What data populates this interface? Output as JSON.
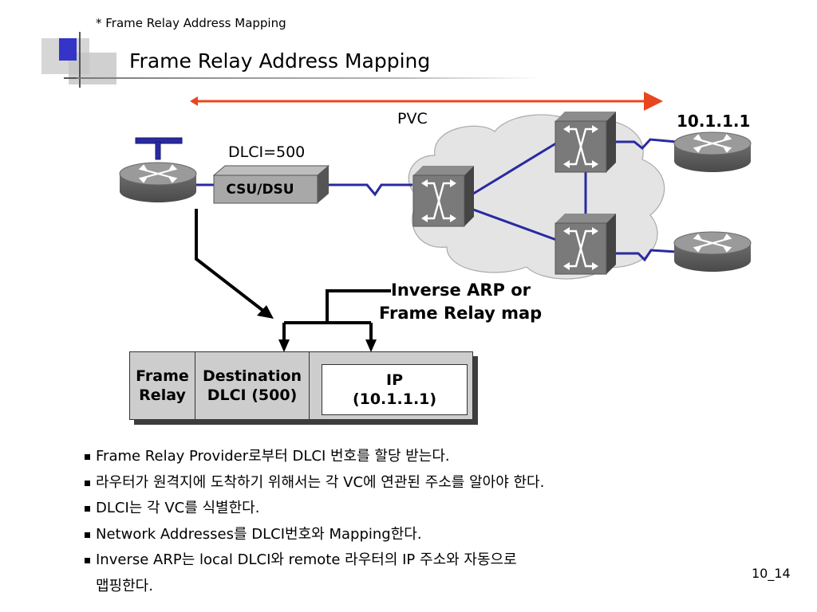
{
  "header_note": "* Frame Relay Address Mapping",
  "title": "Frame Relay Address Mapping",
  "diagram": {
    "pvc_label": "PVC",
    "remote_ip": "10.1.1.1",
    "dlci_label": "DLCI=500",
    "csu_dsu_label": "CSU/DSU",
    "inverse_arp_line1": "Inverse ARP or",
    "inverse_arp_line2": "Frame Relay map"
  },
  "table": {
    "col1_line1": "Frame",
    "col1_line2": "Relay",
    "col2_line1": "Destination",
    "col2_line2": "DLCI (500)",
    "col3_line1": "IP",
    "col3_line2": "(10.1.1.1)"
  },
  "bullets": [
    "Frame Relay Provider로부터 DLCI 번호를 할당 받는다.",
    "라우터가 원격지에 도착하기 위해서는 각 VC에 연관된 주소를 알아야 한다.",
    "DLCI는 각 VC를 식별한다.",
    "Network Addresses를 DLCI번호와 Mapping한다.",
    "Inverse ARP는 local DLCI와 remote 라우터의 IP 주소와 자동으로"
  ],
  "bullet_continuation": "맵핑한다.",
  "page_number": "10_14",
  "colors": {
    "pvc_arrow": "#e8461e",
    "links": "#2a2aa0",
    "accent_square": "#3333cc"
  }
}
